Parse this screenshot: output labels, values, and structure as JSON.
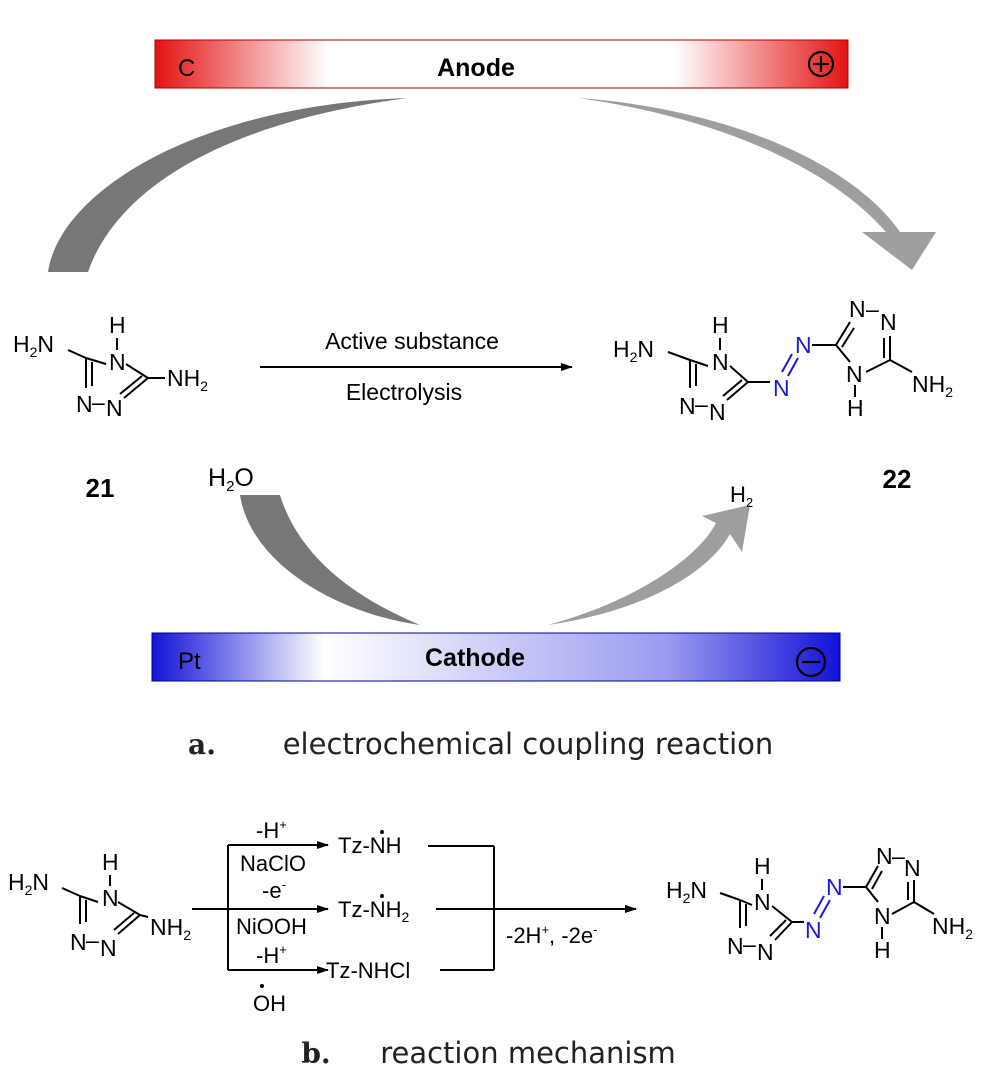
{
  "panel_a": {
    "anode": {
      "electrode": "C",
      "label": "Anode",
      "sign": "+"
    },
    "cathode": {
      "electrode": "Pt",
      "label": "Cathode",
      "sign": "−"
    },
    "reactant_number": "21",
    "product_number": "22",
    "condition_top": "Active substance",
    "condition_bottom": "Electrolysis",
    "h2o": "H2O",
    "h2": "H2",
    "caption_letter": "a.",
    "caption_text": "electrochemical coupling reaction"
  },
  "panel_b": {
    "intermediates": [
      {
        "label": "Tz-NH",
        "reagent_top": "-H+",
        "reagent_bottom": "NaClO"
      },
      {
        "label": "Tz-NH2",
        "reagent_top": "-e-",
        "reagent_bottom": "NiOOH"
      },
      {
        "label": "Tz-NHCl",
        "reagent_top": "-H+",
        "reagent_bottom": "OH"
      }
    ],
    "step_label": "-2H+, -2e-",
    "caption_letter": "b.",
    "caption_text": "reaction mechanism"
  },
  "colors": {
    "anode": "#e31313",
    "cathode": "#1212d8",
    "azo": "#1a1ad6",
    "arc": "#8f8f8f"
  }
}
